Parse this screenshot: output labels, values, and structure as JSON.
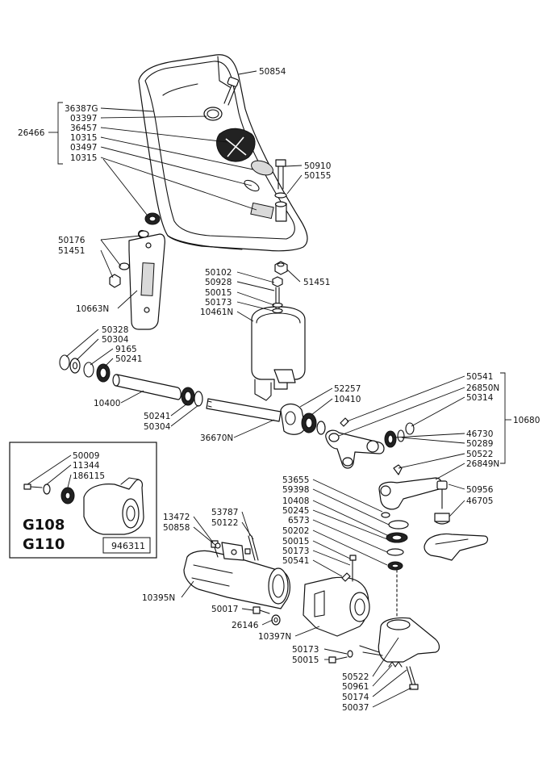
{
  "callouts": {
    "p50854": "50854",
    "p36387g": "36387G",
    "p03397": "03397",
    "p36457": "36457",
    "p10315a": "10315",
    "p03497": "03497",
    "p10315b": "10315",
    "p26466": "26466",
    "p50910": "50910",
    "p50155": "50155",
    "p50176": "50176",
    "p51451a": "51451",
    "p51451b": "51451",
    "p10663n": "10663N",
    "p50102": "50102",
    "p50928": "50928",
    "p50015a": "50015",
    "p50173a": "50173",
    "p10461n": "10461N",
    "p50328": "50328",
    "p50304a": "50304",
    "p9165": "9165",
    "p50241a": "50241",
    "p10400": "10400",
    "p50241b": "50241",
    "p50304b": "50304",
    "p36670n": "36670N",
    "p52257": "52257",
    "p10410": "10410",
    "p50541a": "50541",
    "p26850n": "26850N",
    "p50314": "50314",
    "p10680": "10680",
    "p46730": "46730",
    "p50289": "50289",
    "p50522a": "50522",
    "p26849n": "26849N",
    "p50956": "50956",
    "p46705": "46705",
    "p53655": "53655",
    "p59398": "59398",
    "p10408": "10408",
    "p50245": "50245",
    "p6573": "6573",
    "p50202": "50202",
    "p50015b": "50015",
    "p50173b": "50173",
    "p50541b": "50541",
    "p13472": "13472",
    "p50858": "50858",
    "p53787": "53787",
    "p50122": "50122",
    "p10395n": "10395N",
    "p50017": "50017",
    "p26146": "26146",
    "p10397n": "10397N",
    "p50173c": "50173",
    "p50015c": "50015",
    "p50522b": "50522",
    "p50961": "50961",
    "p50174": "50174",
    "p50037": "50037"
  },
  "inset": {
    "p50009": "50009",
    "p11344": "11344",
    "p186115": "186115",
    "model_a": "G108",
    "model_b": "G110",
    "ref_code": "946311"
  }
}
